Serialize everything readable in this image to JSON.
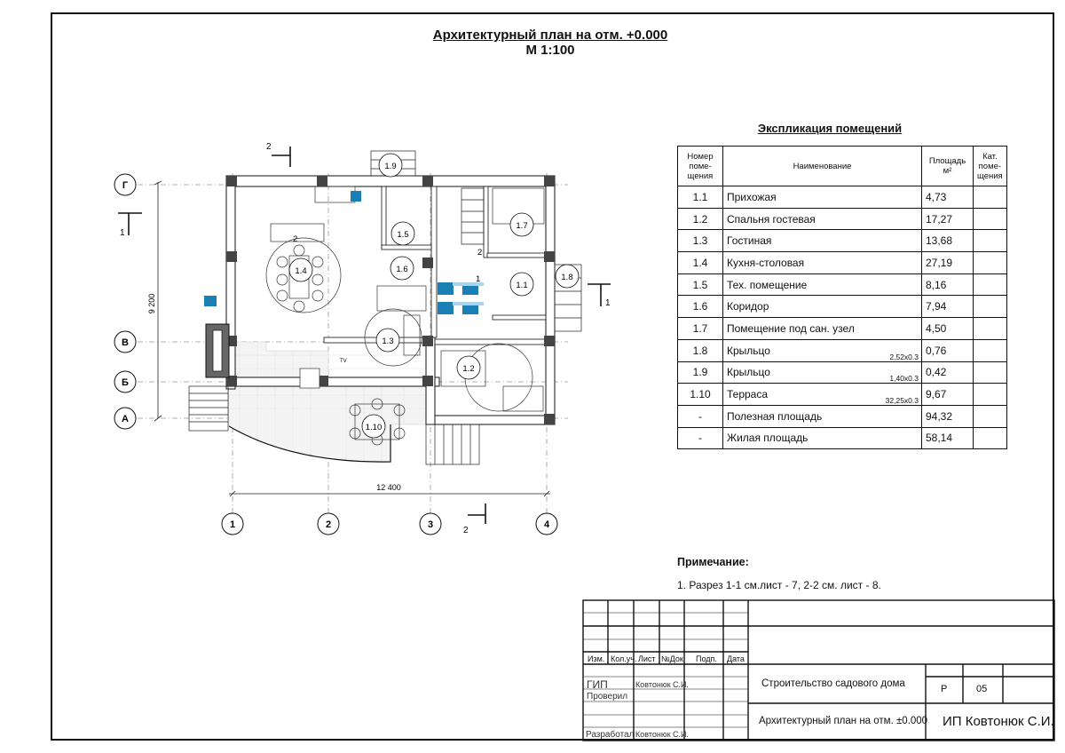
{
  "title": {
    "line1": "Архитектурный план на отм. +0.000",
    "line2": "М 1:100"
  },
  "plan": {
    "axes_letters": [
      "Г",
      "В",
      "Б",
      "А"
    ],
    "axes_numbers": [
      "1",
      "2",
      "3",
      "4"
    ],
    "dim_vertical": "9 200",
    "dim_horizontal": "12 400",
    "section_marks": [
      "1",
      "2"
    ],
    "room_tags": [
      "1.1",
      "1.2",
      "1.3",
      "1.4",
      "1.5",
      "1.6",
      "1.7",
      "1.8",
      "1.9",
      "1.10"
    ],
    "small_labels": [
      "2",
      "1",
      "2",
      "TV"
    ]
  },
  "explication": {
    "title": "Экспликация помещений",
    "headers": {
      "num": "Номер поме- щения",
      "name": "Наименование",
      "area": "Площадь м²",
      "cat": "Кат. поме- щения"
    },
    "rows": [
      {
        "num": "1.1",
        "name": "Прихожая",
        "dim": "",
        "area": "4,73"
      },
      {
        "num": "1.2",
        "name": "Спальня гостевая",
        "dim": "",
        "area": "17,27"
      },
      {
        "num": "1.3",
        "name": "Гостиная",
        "dim": "",
        "area": "13,68"
      },
      {
        "num": "1.4",
        "name": "Кухня-столовая",
        "dim": "",
        "area": "27,19"
      },
      {
        "num": "1.5",
        "name": "Тех. помещение",
        "dim": "",
        "area": "8,16"
      },
      {
        "num": "1.6",
        "name": "Коридор",
        "dim": "",
        "area": "7,94"
      },
      {
        "num": "1.7",
        "name": "Помещение под сан. узел",
        "dim": "",
        "area": "4,50"
      },
      {
        "num": "1.8",
        "name": "Крыльцо",
        "dim": "2,52x0.3",
        "area": "0,76"
      },
      {
        "num": "1.9",
        "name": "Крыльцо",
        "dim": "1,40x0.3",
        "area": "0,42"
      },
      {
        "num": "1.10",
        "name": "Терраса",
        "dim": "32,25x0.3",
        "area": "9,67"
      },
      {
        "num": "-",
        "name": "Полезная площадь",
        "dim": "",
        "area": "94,32"
      },
      {
        "num": "-",
        "name": "Жилая площадь",
        "dim": "",
        "area": "58,14"
      }
    ]
  },
  "note": {
    "title": "Примечание:",
    "text": "1. Разрез 1-1 см.лист - 7, 2-2 см. лист - 8."
  },
  "title_block": {
    "col_headers": [
      "Изм.",
      "Кол.уч.",
      "Лист",
      "№Док.",
      "Подп.",
      "Дата"
    ],
    "gip": "ГИП",
    "gip_name": "Ковтонюк С.И.",
    "checked": "Проверил",
    "developed": "Разработал",
    "dev_name": "Ковтонюк С.И.",
    "project": "Строительство садового дома",
    "stage": "Р",
    "sheet": "05",
    "drawing": "Архитектурный план на отм. ±0.000",
    "company": "ИП Ковтонюк С.И."
  }
}
